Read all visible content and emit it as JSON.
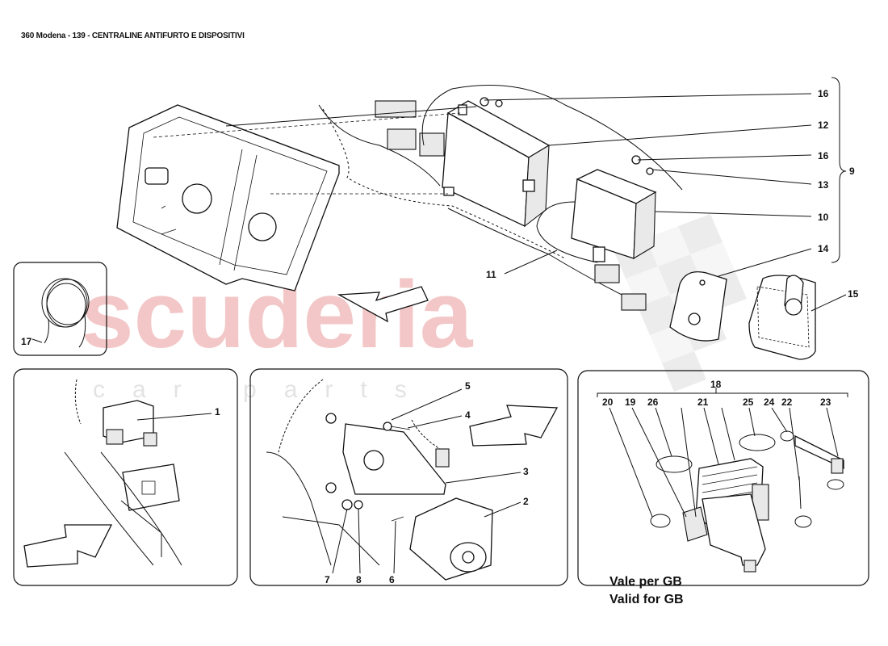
{
  "header": {
    "title": "360 Modena - 139 - CENTRALINE ANTIFURTO E DISPOSITIVI"
  },
  "watermark": {
    "main": "scuderia",
    "sub": "car parts",
    "color": "#f3c7c7"
  },
  "callouts": {
    "c1": "1",
    "c2": "2",
    "c3": "3",
    "c4": "4",
    "c5": "5",
    "c6": "6",
    "c7": "7",
    "c8": "8",
    "c9": "9",
    "c10": "10",
    "c11": "11",
    "c12": "12",
    "c13": "13",
    "c14": "14",
    "c15": "15",
    "c16a": "16",
    "c16b": "16",
    "c17": "17",
    "c18": "18",
    "c19": "19",
    "c20": "20",
    "c21": "21",
    "c22": "22",
    "c23": "23",
    "c24": "24",
    "c25": "25",
    "c26": "26"
  },
  "gb_note": {
    "line1": "Vale per GB",
    "line2": "Valid for GB"
  }
}
